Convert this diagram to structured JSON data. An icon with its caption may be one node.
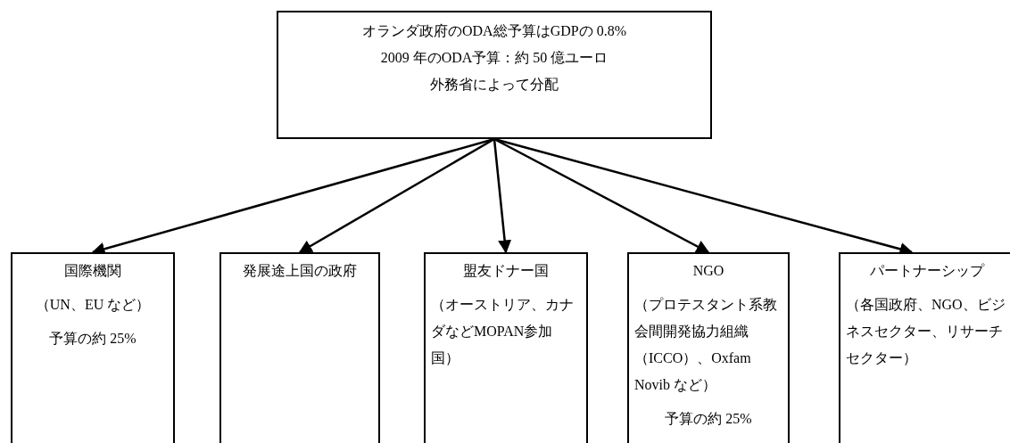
{
  "diagram": {
    "nodes": [
      {
        "text": [
          "オランダ政府のODA総予算はGDPの 0.8%",
          "2009 年のODA予算：約 50 億ユーロ",
          "外務省によって分配"
        ]
      },
      {
        "text": [
          "国際機関",
          "（UN、EU など）",
          "予算の約 25%"
        ]
      },
      {
        "text": [
          "発展途上国の政府"
        ]
      },
      {
        "text": [
          "盟友ドナー国",
          "（オーストリア、カナダなどMOPAN参加国）"
        ]
      },
      {
        "text": [
          "NGO",
          "（プロテスタント系教会間開発協力組織（ICCO）、Oxfam Novib など）",
          "予算の約 25%"
        ]
      },
      {
        "text": [
          "パートナーシップ",
          "（各国政府、NGO、ビジネスセクター、リサーチセクター）"
        ]
      }
    ],
    "edges": [
      {
        "from": 0,
        "to": 1,
        "arrow": "to"
      },
      {
        "from": 0,
        "to": 2,
        "arrow": "to"
      },
      {
        "from": 0,
        "to": 3,
        "arrow": "to"
      },
      {
        "from": 0,
        "to": 4,
        "arrow": "to"
      },
      {
        "from": 0,
        "to": 5,
        "arrow": "to"
      }
    ]
  }
}
